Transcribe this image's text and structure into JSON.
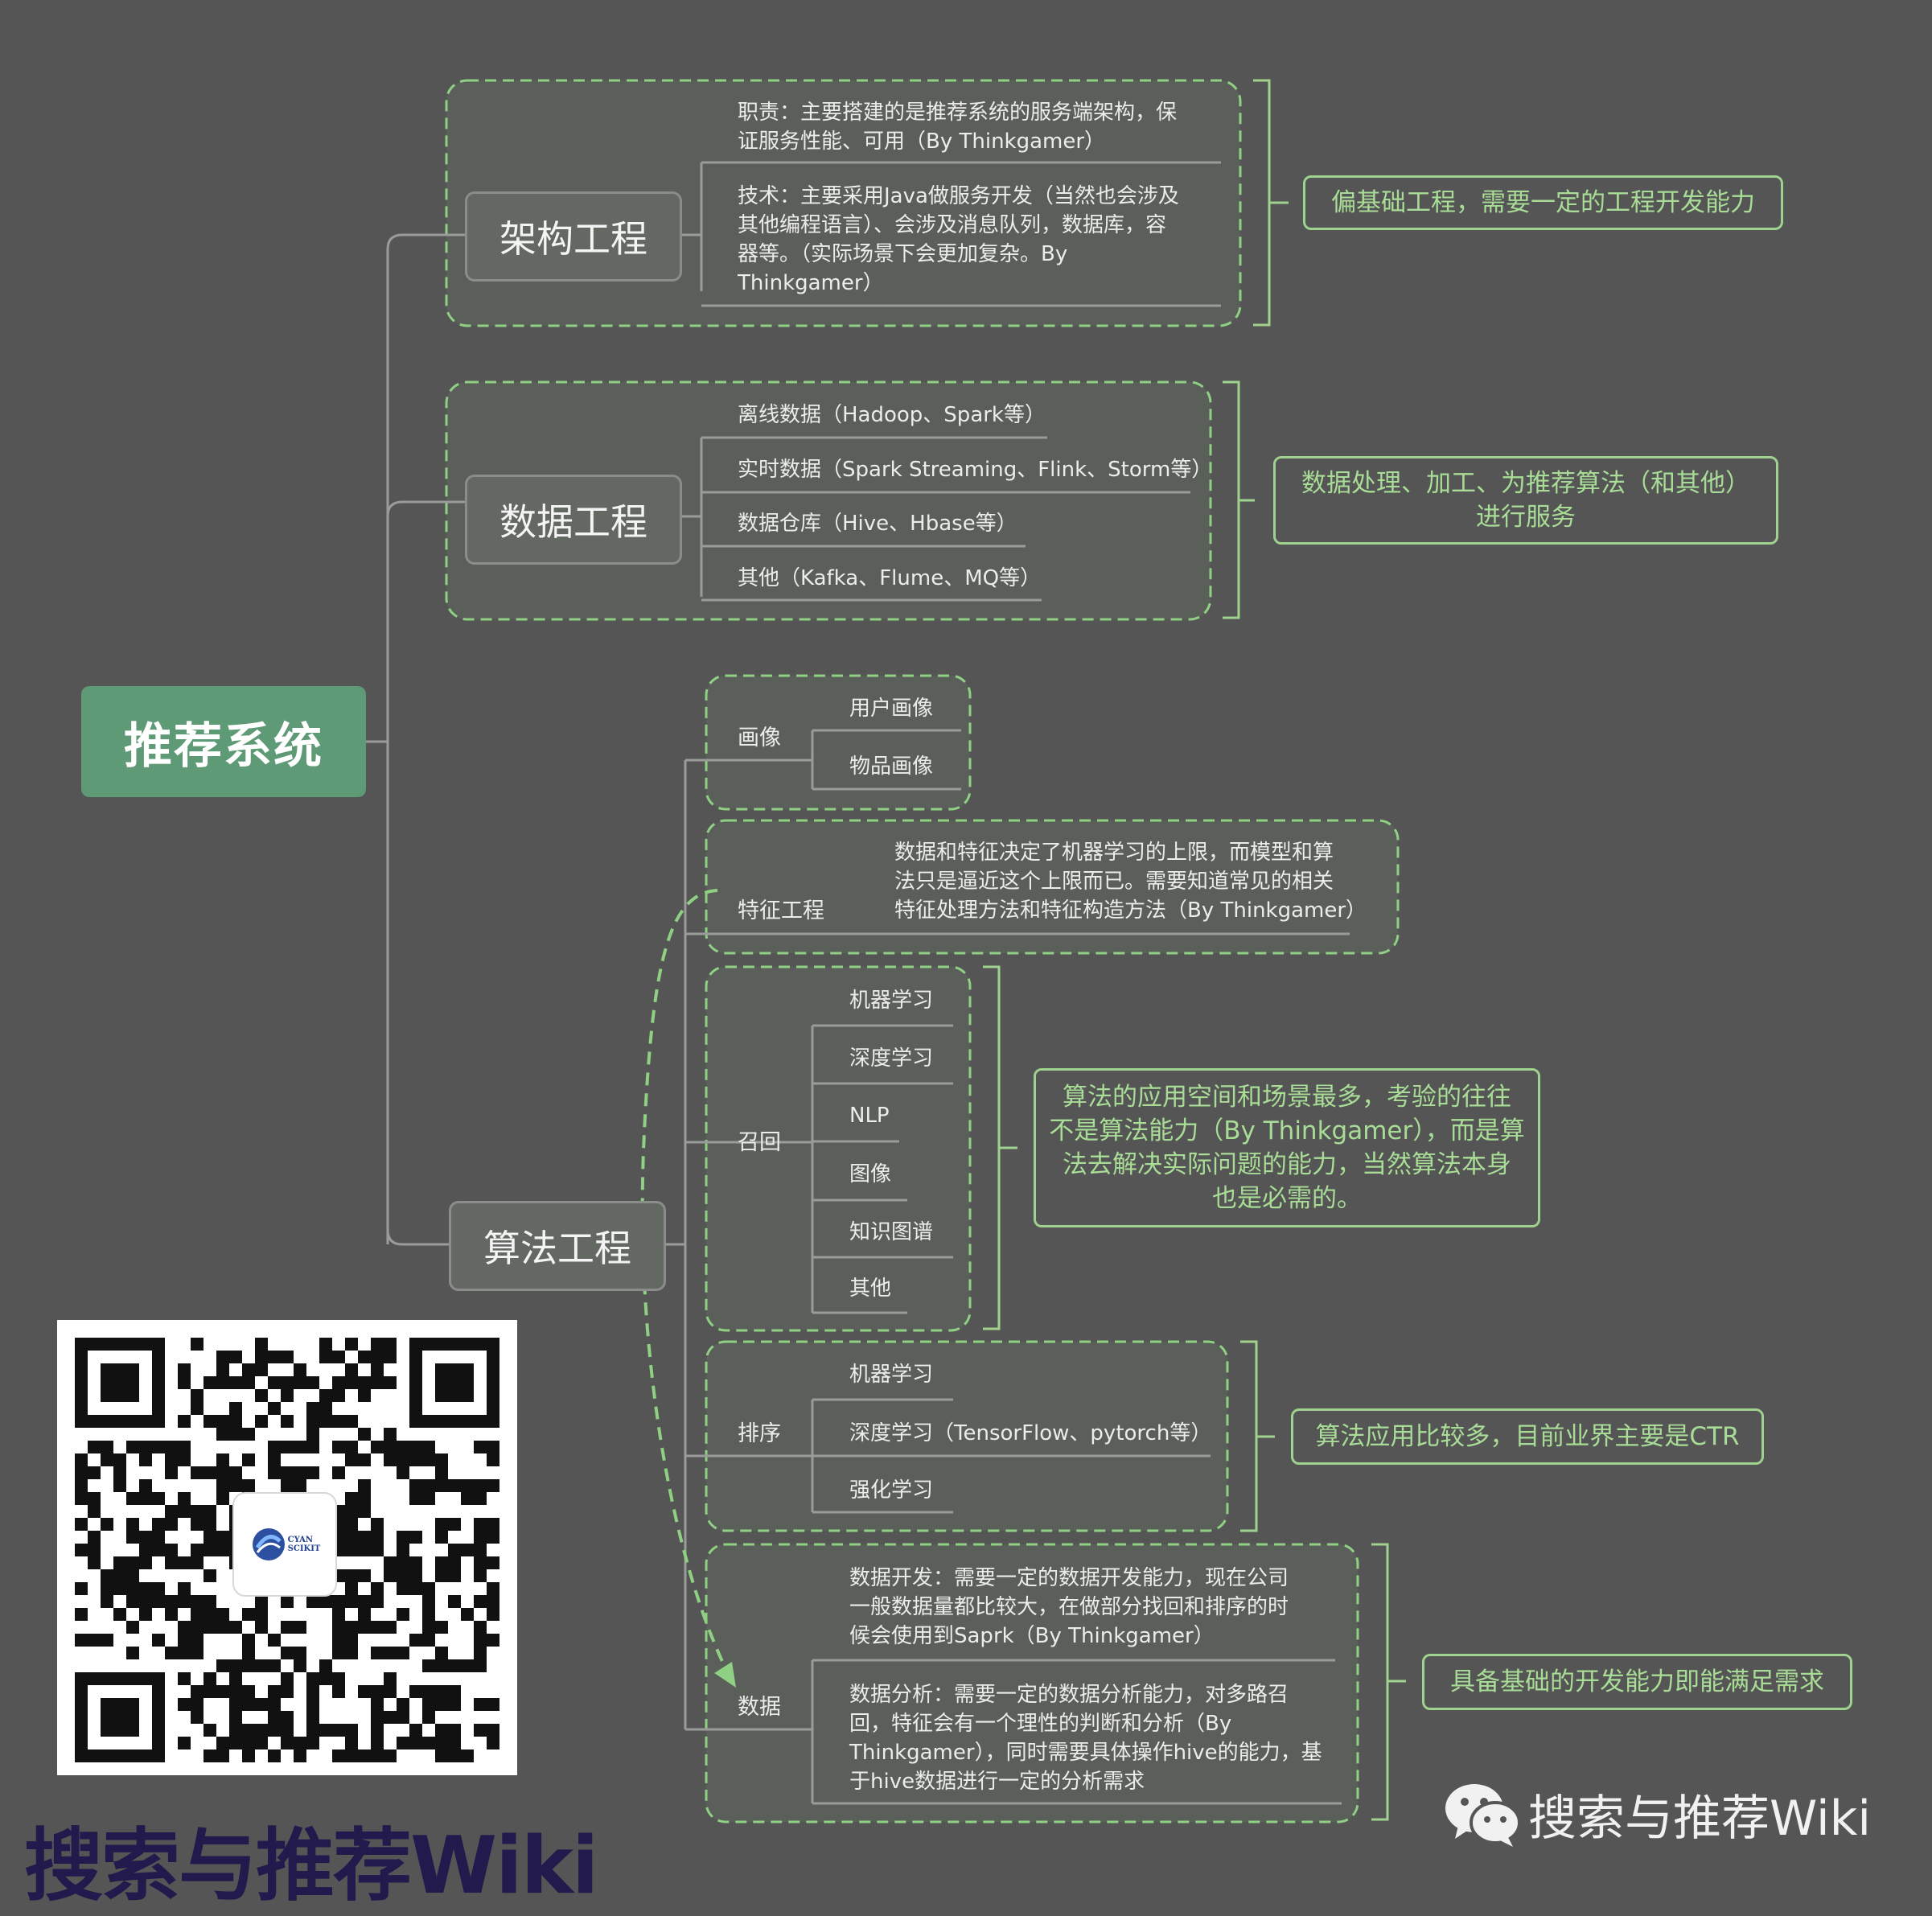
{
  "root": {
    "label": "推荐系统"
  },
  "arch": {
    "label": "架构工程",
    "items": [
      "职责：主要搭建的是推荐系统的服务端架构，保\n证服务性能、可用（By Thinkgamer）",
      "技术：主要采用Java做服务开发（当然也会涉及\n其他编程语言）、会涉及消息队列，数据库，容\n器等。（实际场景下会更加复杂。By\nThinkgamer）"
    ],
    "note": "偏基础工程，需要一定的工程开发能力"
  },
  "data_eng": {
    "label": "数据工程",
    "items": [
      "离线数据（Hadoop、Spark等）",
      "实时数据（Spark Streaming、Flink、Storm等）",
      "数据仓库（Hive、Hbase等）",
      "其他（Kafka、Flume、MQ等）"
    ],
    "note": "数据处理、加工、为推荐算法（和其他）\n进行服务"
  },
  "algo": {
    "label": "算法工程",
    "profile": {
      "label": "画像",
      "items": [
        "用户画像",
        "物品画像"
      ]
    },
    "feature": {
      "label": "特征工程",
      "text": "数据和特征决定了机器学习的上限，而模型和算\n法只是逼近这个上限而已。需要知道常见的相关\n特征处理方法和特征构造方法（By Thinkgamer）"
    },
    "recall": {
      "label": "召回",
      "items": [
        "机器学习",
        "深度学习",
        "NLP",
        "图像",
        "知识图谱",
        "其他"
      ],
      "note": "算法的应用空间和场景最多，考验的往往\n不是算法能力（By Thinkgamer），而是算\n法去解决实际问题的能力，当然算法本身\n也是必需的。"
    },
    "rank": {
      "label": "排序",
      "items": [
        "机器学习",
        "深度学习（TensorFlow、pytorch等）",
        "强化学习"
      ],
      "note": "算法应用比较多，目前业界主要是CTR"
    },
    "data": {
      "label": "数据",
      "items": [
        "数据开发：需要一定的数据开发能力，现在公司\n一般数据量都比较大，在做部分找回和排序的时\n候会使用到Saprk（By Thinkgamer）",
        "数据分析：需要一定的数据分析能力，对多路召\n回，特征会有一个理性的判断和分析（By\nThinkgamer），同时需要具体操作hive的能力，基\n于hive数据进行一定的分析需求"
      ],
      "note": "具备基础的开发能力即能满足需求"
    }
  },
  "qr": {
    "logo_text": "CYAN\nSCIKIT"
  },
  "brand": {
    "left": "搜索与推荐Wiki",
    "right": "搜索与推荐Wiki"
  },
  "colors": {
    "background": "#545554",
    "root": "#5e9a76",
    "accent_green": "#9fd28f",
    "connector": "#9a9c9a"
  },
  "icons": {
    "wechat": "wechat-icon",
    "qr": "qr-code"
  }
}
